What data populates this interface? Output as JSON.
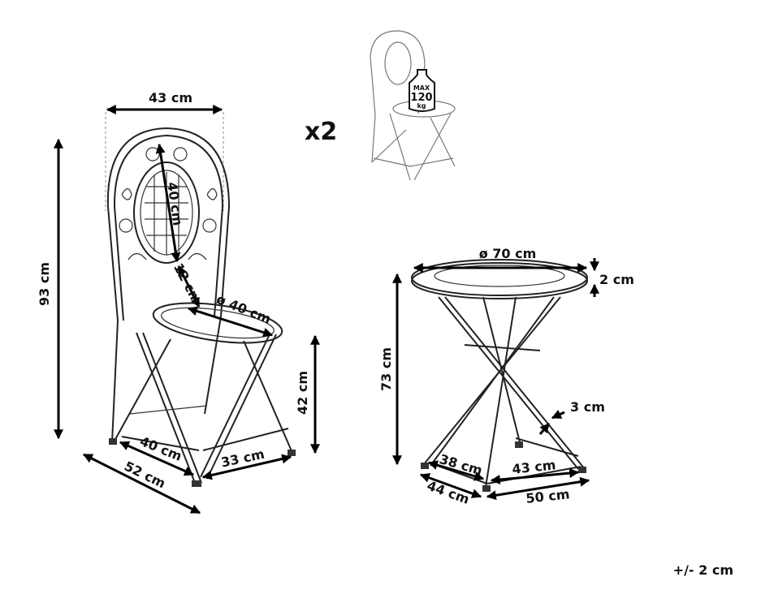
{
  "chair": {
    "width": "43 cm",
    "height": "93 cm",
    "backrest_height": "40 cm",
    "backrest_gap": "12 cm",
    "seat_diameter": "ø 40 cm",
    "seat_height": "42 cm",
    "seat_depth": "40 cm",
    "depth": "52 cm",
    "base_width": "33 cm"
  },
  "thumbnail": {
    "quantity": "x2",
    "max_label": "MAX",
    "max_value": "120",
    "max_unit": "kg"
  },
  "table": {
    "top_diameter": "ø 70 cm",
    "top_thickness": "2 cm",
    "height": "73 cm",
    "leg_width": "3 cm",
    "base_inner_depth": "38 cm",
    "base_inner_width": "43 cm",
    "base_depth": "44 cm",
    "base_width": "50 cm"
  },
  "tolerance": "+/- 2 cm"
}
